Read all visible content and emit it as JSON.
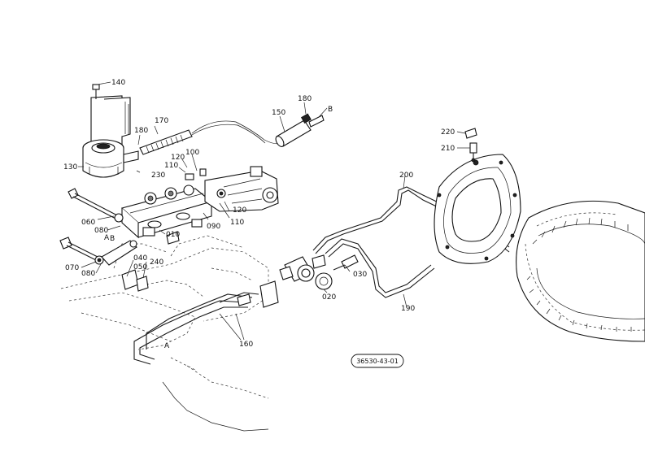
{
  "callouts": {
    "c140": "140",
    "c170": "170",
    "c180a": "180",
    "c130": "130",
    "c230": "230",
    "c110a": "110",
    "c120a": "120",
    "c100": "100",
    "c150": "150",
    "c180b": "180",
    "cB": "B",
    "c060": "060",
    "c080a": "080",
    "cA": "A",
    "cB2": "B",
    "c010": "010",
    "c090": "090",
    "c120b": "120",
    "c110b": "110",
    "c070": "070",
    "c080b": "080",
    "c040": "040",
    "c240": "240",
    "c050": "050",
    "c160": "160",
    "cA2": "A",
    "c200": "200",
    "c220": "220",
    "c210": "210",
    "c030": "030",
    "c020": "020",
    "c190": "190"
  },
  "reference_code": "36530-43-01"
}
